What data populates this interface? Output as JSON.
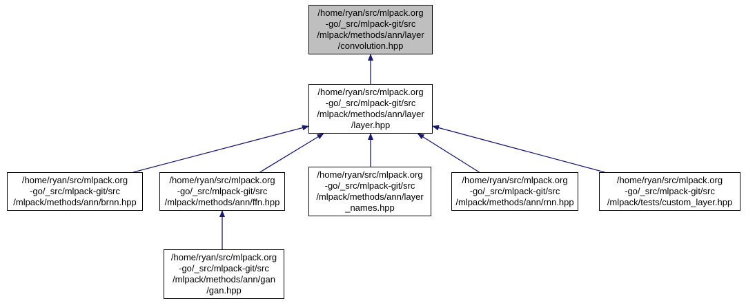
{
  "diagram": {
    "type": "include-dependency-graph",
    "description": "Files that directly or indirectly include convolution.hpp",
    "colors": {
      "edge": "#191970",
      "current_node_fill": "#bfbfbf",
      "node_fill": "#ffffff",
      "node_border": "#000000",
      "text": "#000000",
      "background": "#ffffff"
    }
  },
  "nodes": {
    "convolution": {
      "current": true,
      "lines": [
        "/home/ryan/src/mlpack.org",
        "-go/_src/mlpack-git/src",
        "/mlpack/methods/ann/layer",
        "/convolution.hpp"
      ]
    },
    "layer": {
      "current": false,
      "lines": [
        "/home/ryan/src/mlpack.org",
        "-go/_src/mlpack-git/src",
        "/mlpack/methods/ann/layer",
        "/layer.hpp"
      ]
    },
    "brnn": {
      "current": false,
      "lines": [
        "/home/ryan/src/mlpack.org",
        "-go/_src/mlpack-git/src",
        "/mlpack/methods/ann/brnn.hpp"
      ]
    },
    "ffn": {
      "current": false,
      "lines": [
        "/home/ryan/src/mlpack.org",
        "-go/_src/mlpack-git/src",
        "/mlpack/methods/ann/ffn.hpp"
      ]
    },
    "layer_names": {
      "current": false,
      "lines": [
        "/home/ryan/src/mlpack.org",
        "-go/_src/mlpack-git/src",
        "/mlpack/methods/ann/layer",
        "_names.hpp"
      ]
    },
    "rnn": {
      "current": false,
      "lines": [
        "/home/ryan/src/mlpack.org",
        "-go/_src/mlpack-git/src",
        "/mlpack/methods/ann/rnn.hpp"
      ]
    },
    "custom_layer": {
      "current": false,
      "lines": [
        "/home/ryan/src/mlpack.org",
        "-go/_src/mlpack-git/src",
        "/mlpack/tests/custom_layer.hpp"
      ]
    },
    "gan": {
      "current": false,
      "lines": [
        "/home/ryan/src/mlpack.org",
        "-go/_src/mlpack-git/src",
        "/mlpack/methods/ann/gan",
        "/gan.hpp"
      ]
    }
  },
  "edges": [
    {
      "from": "layer",
      "to": "convolution",
      "to_side": "bottom",
      "from_frac": 0.5,
      "to_frac": 0.5
    },
    {
      "from": "brnn",
      "to": "layer",
      "to_side": "left",
      "from_frac": 0.93
    },
    {
      "from": "ffn",
      "to": "layer",
      "to_side": "bottom",
      "from_frac": 0.8,
      "to_frac": 0.12
    },
    {
      "from": "layer_names",
      "to": "layer",
      "to_side": "bottom",
      "from_frac": 0.5,
      "to_frac": 0.5
    },
    {
      "from": "rnn",
      "to": "layer",
      "to_side": "bottom",
      "from_frac": 0.22,
      "to_frac": 0.88
    },
    {
      "from": "custom_layer",
      "to": "layer",
      "to_side": "right",
      "from_frac": 0.04
    },
    {
      "from": "gan",
      "to": "ffn",
      "to_side": "bottom",
      "from_frac": 0.5,
      "to_frac": 0.5
    }
  ]
}
